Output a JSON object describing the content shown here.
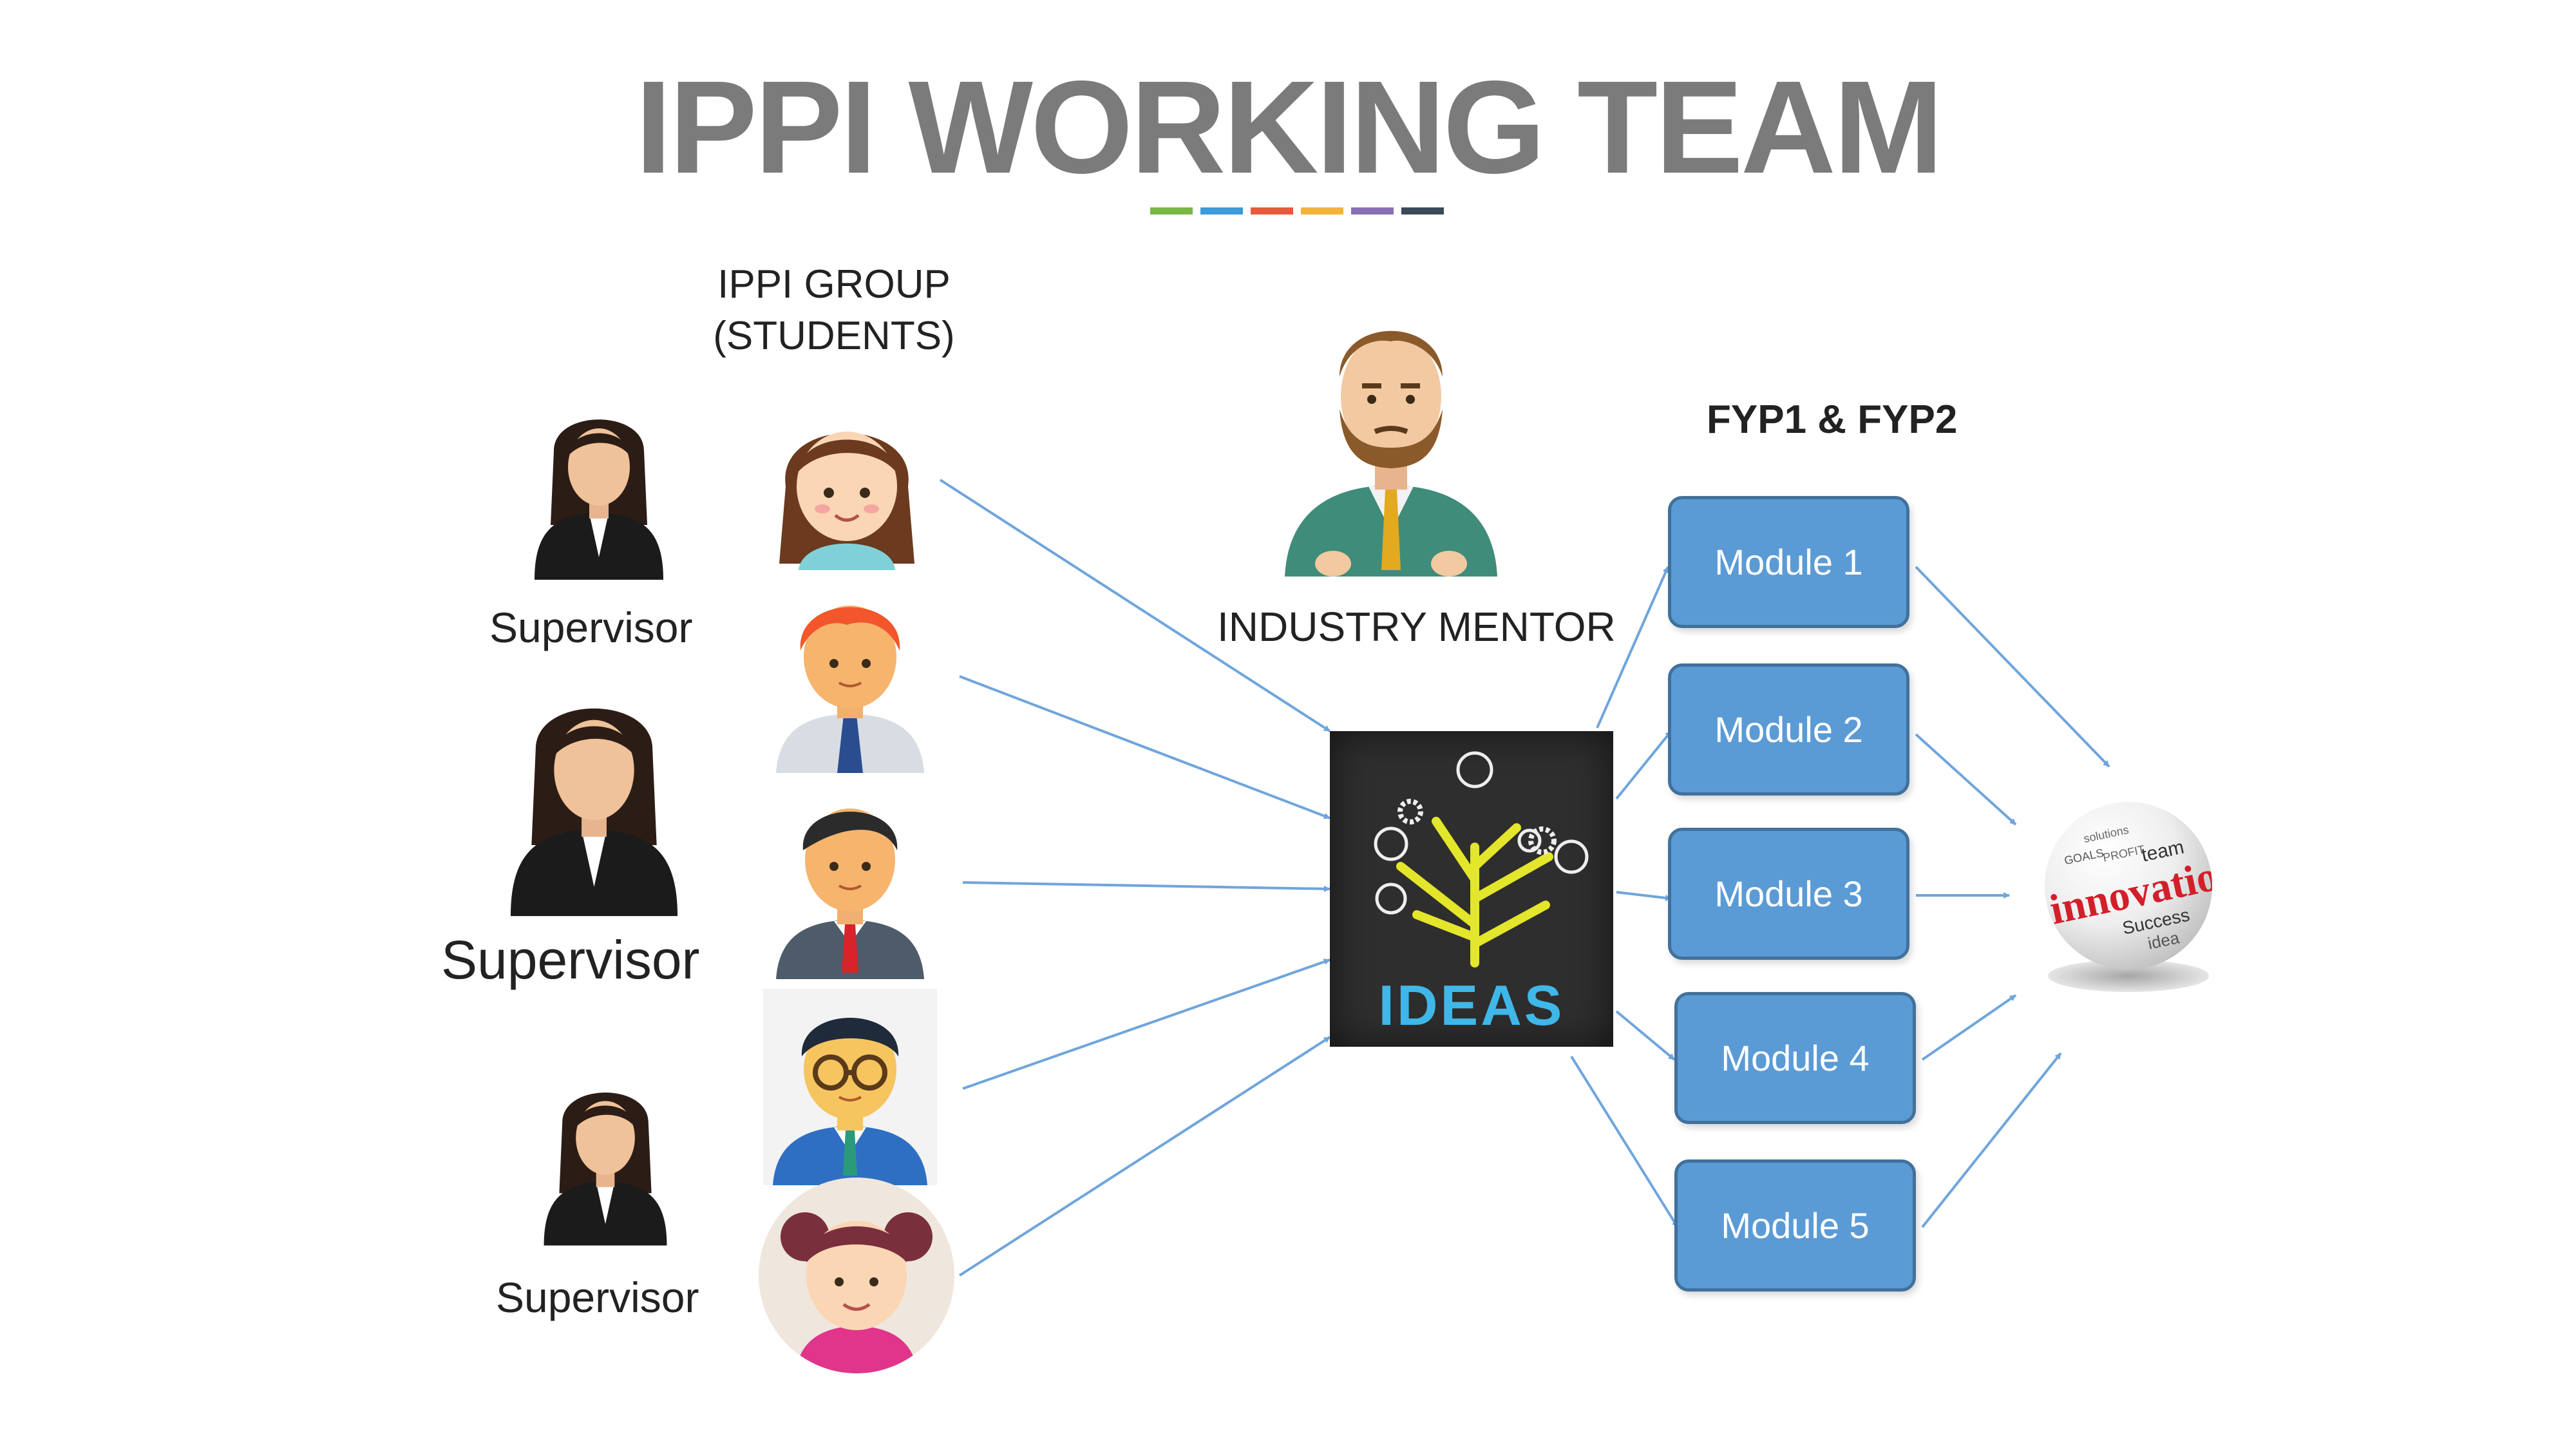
{
  "title": "IPPI WORKING TEAM",
  "group_label_line1": "IPPI GROUP",
  "group_label_line2": "(STUDENTS)",
  "industry_mentor_label": "INDUSTRY MENTOR",
  "fyp_label": "FYP1 & FYP2",
  "supervisors": [
    "Supervisor",
    "Supervisor",
    "Supervisor"
  ],
  "ideas_label": "IDEAS",
  "modules": [
    "Module 1",
    "Module  2",
    "Module 3",
    "Module 4",
    "Module 5"
  ],
  "innovation_words": [
    "innovation",
    "team",
    "Success",
    "idea",
    "GOALS",
    "PROFIT",
    "solutions"
  ],
  "accent_colors": [
    "#7ab648",
    "#3d9bd9",
    "#e55b3c",
    "#f2b33d",
    "#8a6fb4",
    "#3b4a5a"
  ],
  "colors": {
    "title": "#7b7b7b",
    "module_fill": "#5b9bd5",
    "module_border": "#41719c",
    "arrow": "#6fa5dc",
    "ideas_bg": "#2e2e2e",
    "ideas_text": "#3fb7e8",
    "tree": "#e3e62a"
  }
}
